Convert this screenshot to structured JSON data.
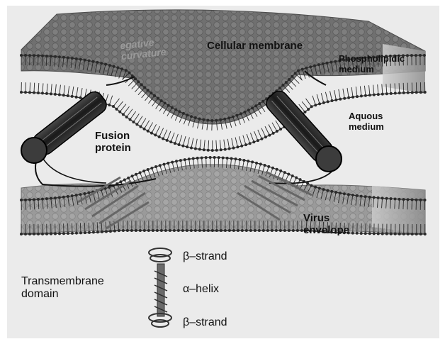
{
  "labels": {
    "cellular_membrane": "Cellular membrane",
    "phospholipidic_line1": "Phospholipidic",
    "phospholipidic_line2": "medium",
    "aquous_line1": "Aquous",
    "aquous_line2": "medium",
    "fusion_line1": "Fusion",
    "fusion_line2": "protein",
    "virus_line1": "Virus",
    "virus_line2": "envelope",
    "transmembrane_line1": "Transmembrane",
    "transmembrane_line2": "domain",
    "beta_strand_top": "β–strand",
    "alpha_helix": "α–helix",
    "beta_strand_bottom": "β–strand",
    "negative_curvature_line1": "egative",
    "negative_curvature_line2": "curvature"
  },
  "colors": {
    "background": "#ebebeb",
    "membrane_dark": "#6e6e6e",
    "membrane_light": "#a8a8a8",
    "lipid_head": "#2a2a2a",
    "text": "#111111"
  },
  "icons": {
    "fusion_protein": "rod-with-sphere",
    "transmembrane_domain": "helix-and-strands"
  }
}
